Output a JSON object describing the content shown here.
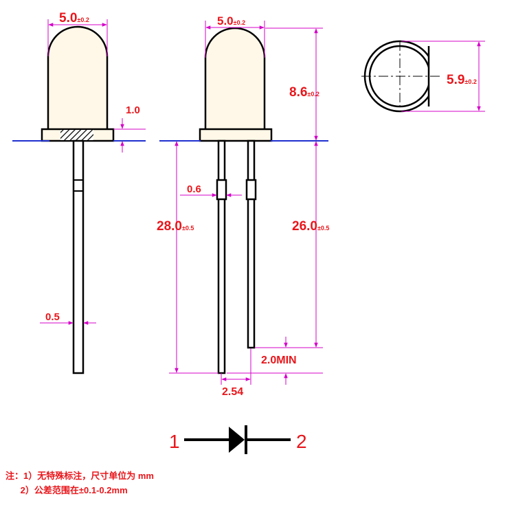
{
  "dimensions": {
    "top_width_left": {
      "value": "5.0",
      "tol": "±0.2"
    },
    "top_width_right": {
      "value": "5.0",
      "tol": "±0.2"
    },
    "flange": {
      "value": "1.0"
    },
    "flange_diameter": {
      "value": "5.9",
      "tol": "±0.2"
    },
    "body_height": {
      "value": "8.6",
      "tol": "±0.2"
    },
    "lead_width": {
      "value": "0.6"
    },
    "long_lead": {
      "value": "28.0",
      "tol": "±0.5"
    },
    "short_lead": {
      "value": "26.0",
      "tol": "±0.5"
    },
    "lead_thickness": {
      "value": "0.5"
    },
    "lead_offset": {
      "value": "2.0MIN"
    },
    "pitch": {
      "value": "2.54"
    }
  },
  "symbol": {
    "pin1": "1",
    "pin2": "2"
  },
  "notes": {
    "line1": "注：1）无特殊标注，尺寸单位为 mm",
    "line2": "      2）公差范围在±0.1-0.2mm"
  },
  "colors": {
    "dimension_text": "#e8161b",
    "dimension_lines": "#d400c8",
    "baseline": "#1f2fd0",
    "outline": "#000000",
    "body_fill": "#fff8e8"
  }
}
